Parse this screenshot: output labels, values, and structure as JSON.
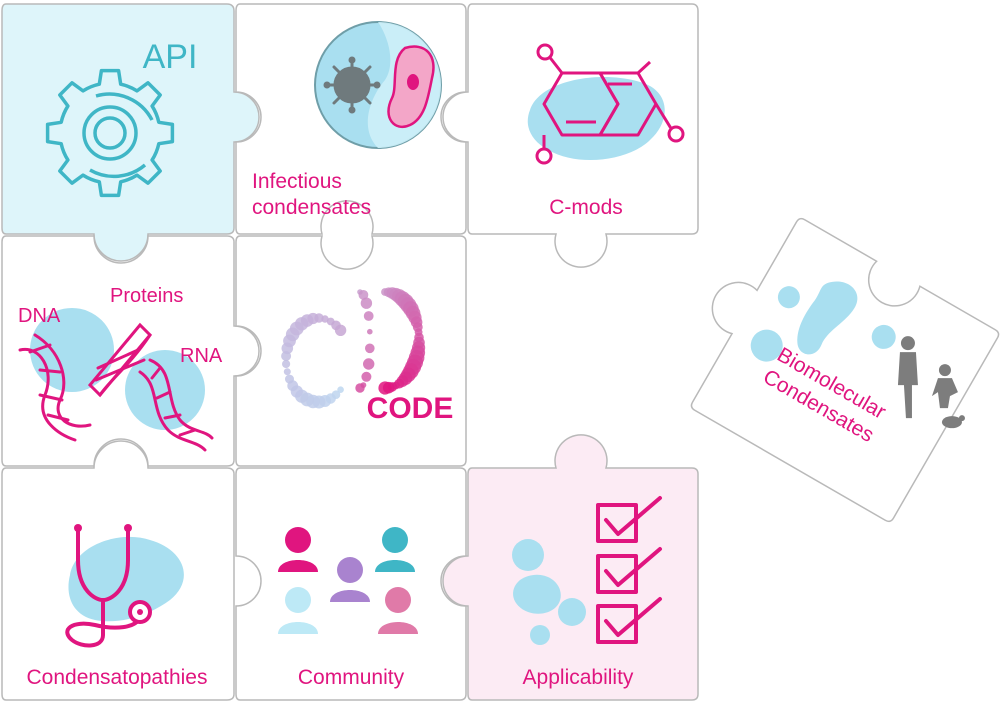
{
  "colors": {
    "magenta": "#e0157f",
    "teal": "#3fb6c6",
    "light_blue": "#a9dff0",
    "pale_cyan": "#def5fa",
    "pale_pink": "#fcebf4",
    "piece_border": "#b9b9b9",
    "gray": "#7d7d7d"
  },
  "pieces": {
    "api": {
      "label": "API",
      "icon": "gear-icon"
    },
    "infectious": {
      "label_line1": "Infectious",
      "label_line2": "condensates",
      "icon": "virus-cell-icon"
    },
    "cmods": {
      "label": "C-mods",
      "icon": "molecule-icon"
    },
    "molecules": {
      "dna": "DNA",
      "proteins": "Proteins",
      "rna": "RNA",
      "icon": "dna-helix-icon"
    },
    "code": {
      "label": "CODE",
      "icon": "bubble-cluster-logo"
    },
    "condensatopathies": {
      "label": "Condensatopathies",
      "icon": "stethoscope-icon"
    },
    "community": {
      "label": "Community",
      "icon": "people-icon"
    },
    "applicability": {
      "label": "Applicability",
      "icon": "checklist-icon"
    },
    "biomolecular": {
      "label_line1": "Biomolecular",
      "label_line2": "Condensates",
      "icon": "organisms-icon"
    }
  }
}
